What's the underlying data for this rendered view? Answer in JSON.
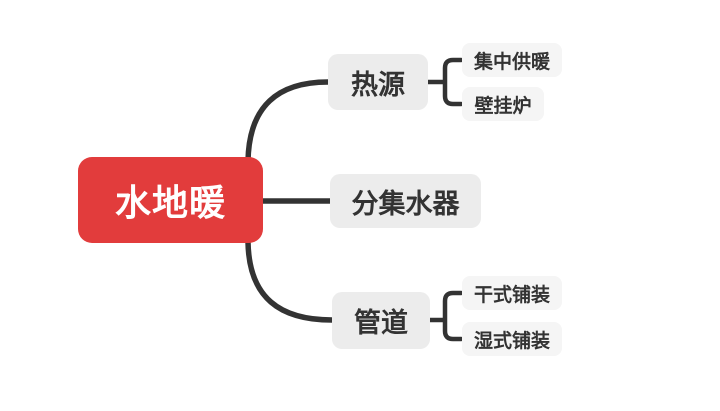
{
  "root": {
    "label": "水地暖"
  },
  "branches": [
    {
      "label": "热源",
      "children": [
        {
          "label": "集中供暖"
        },
        {
          "label": "壁挂炉"
        }
      ]
    },
    {
      "label": "分集水器",
      "children": []
    },
    {
      "label": "管道",
      "children": [
        {
          "label": "干式铺装"
        },
        {
          "label": "湿式铺装"
        }
      ]
    }
  ],
  "colors": {
    "canvas_bg": "#ffffff",
    "root_bg": "#e23c3c",
    "root_text": "#ffffff",
    "branch_bg": "#ececec",
    "leaf_bg": "#f5f5f5",
    "node_text": "#333333",
    "line": "#333333"
  }
}
